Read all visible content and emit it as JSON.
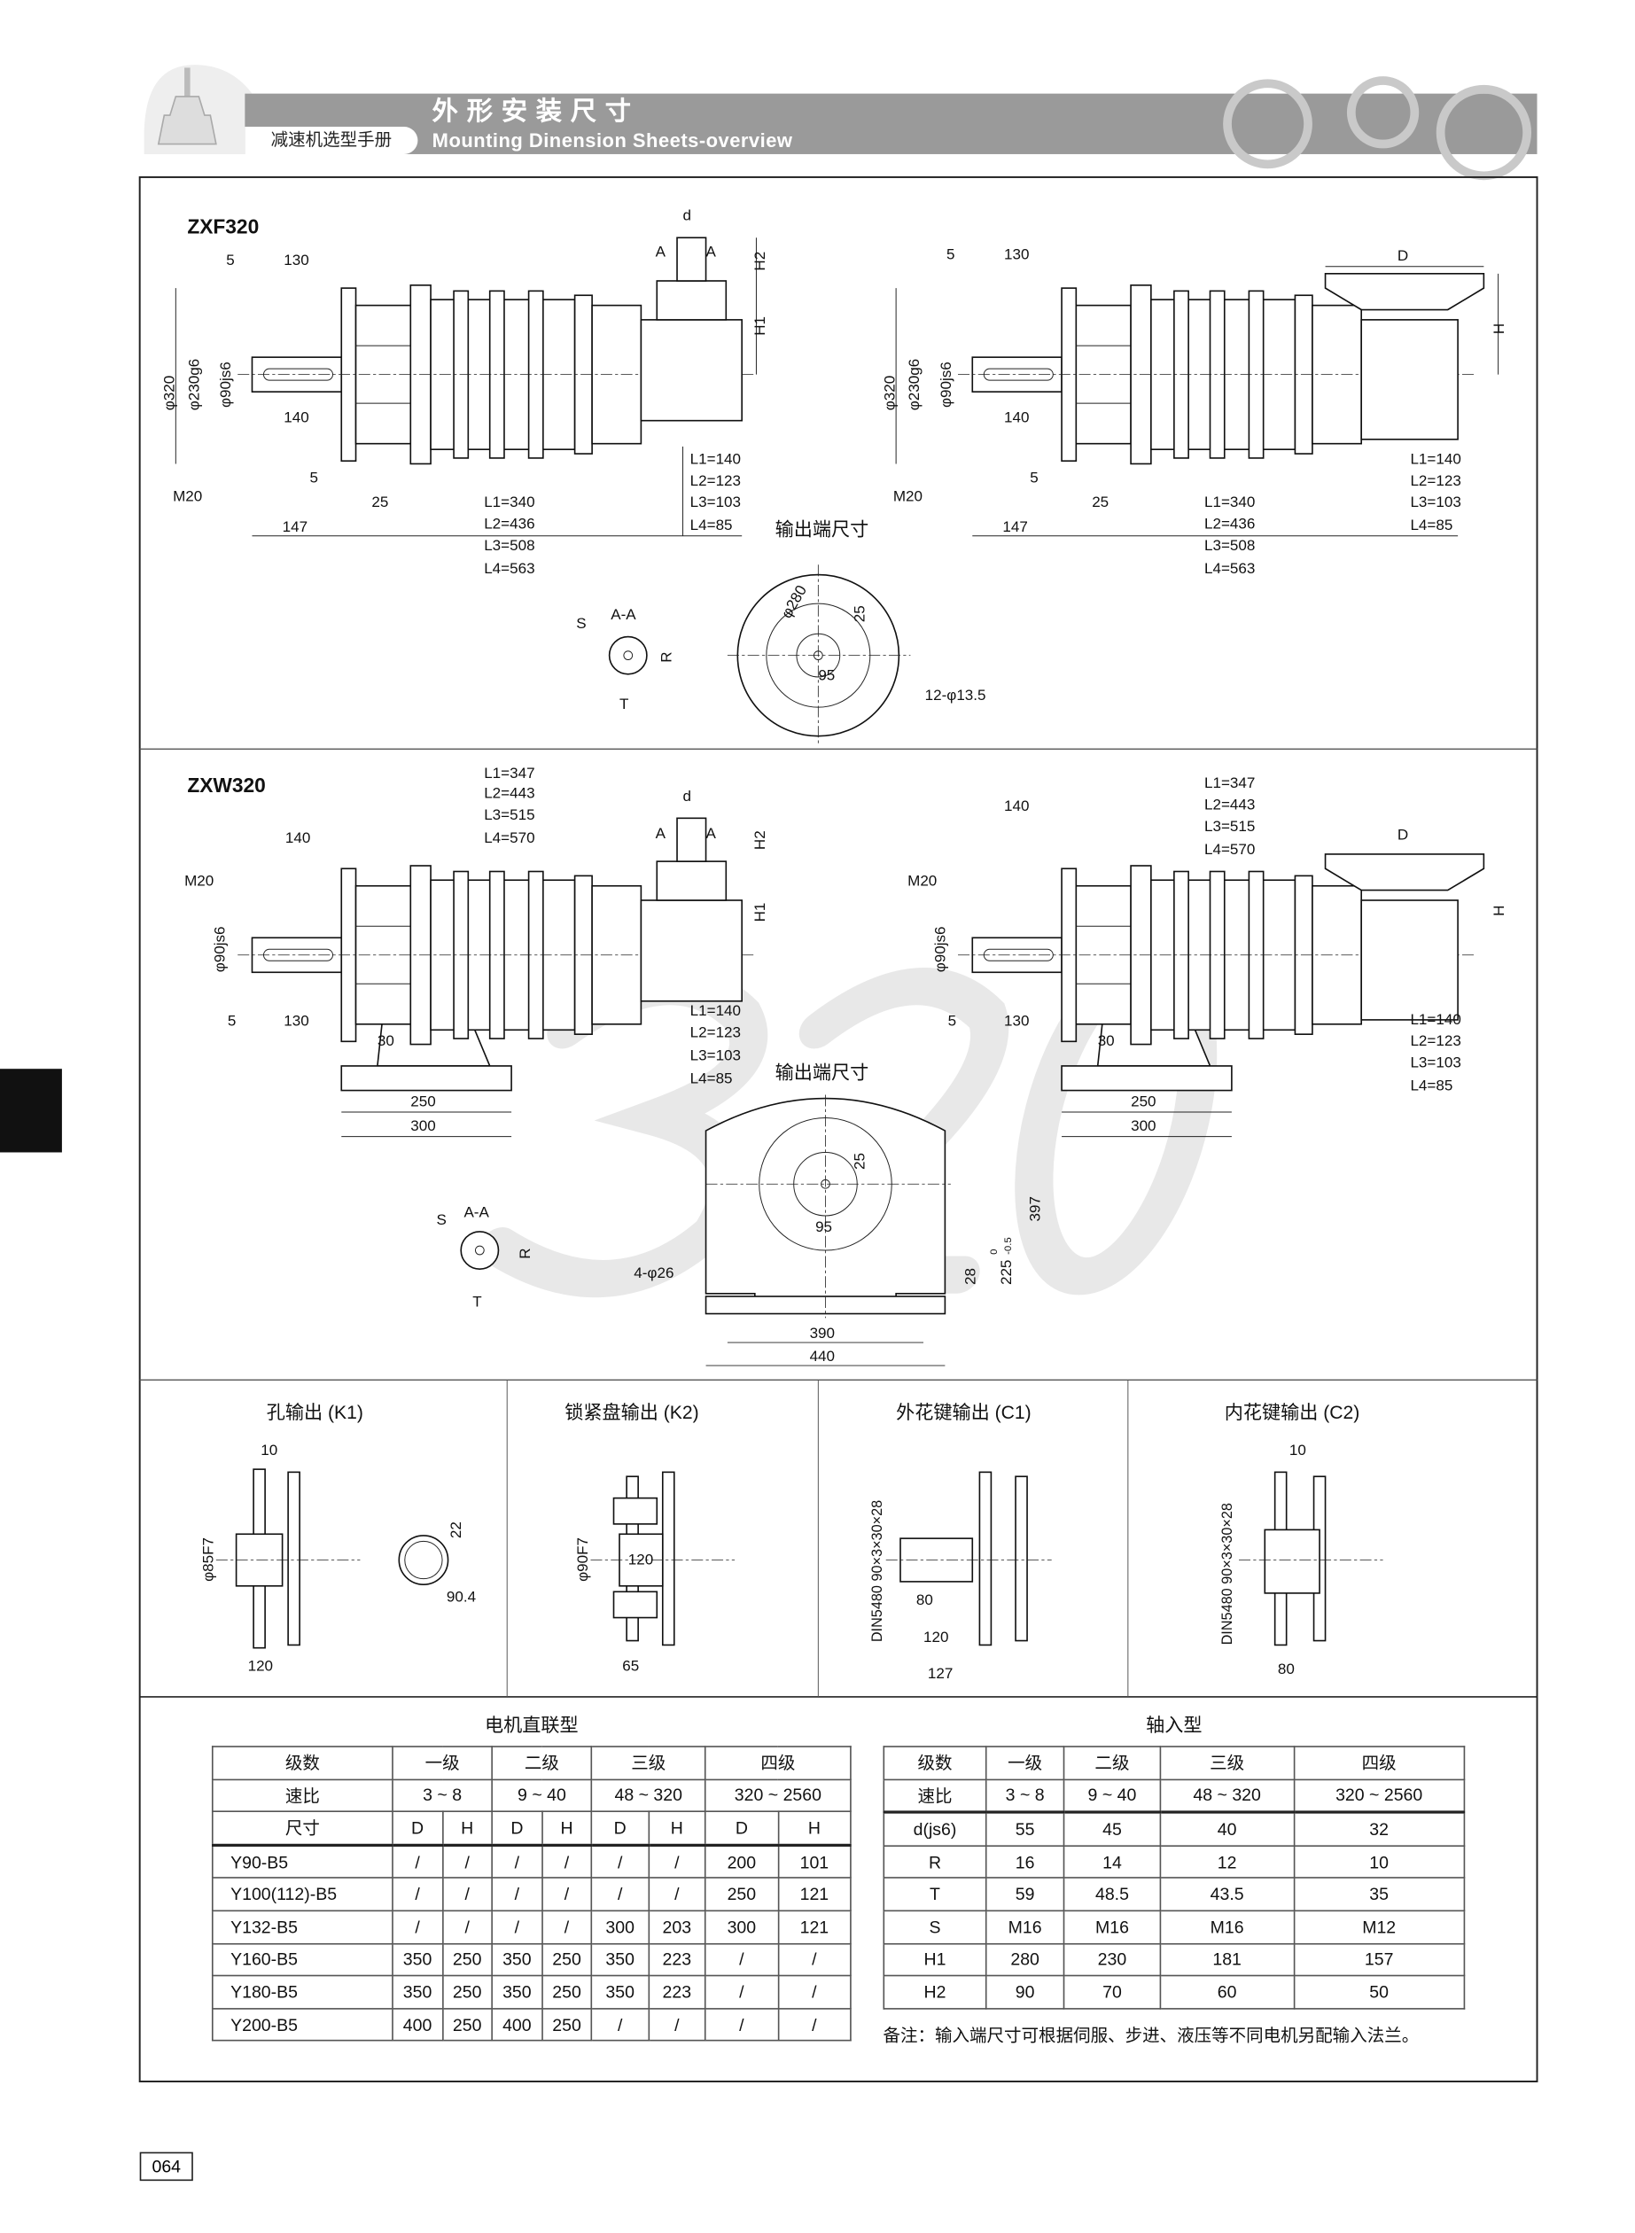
{
  "header": {
    "title_cn": "外形安装尺寸",
    "title_en": "Mounting Dinension Sheets-overview",
    "manual": "减速机选型手册"
  },
  "page_number": "064",
  "watermark": "320",
  "zxf": {
    "title": "ZXF320",
    "left": {
      "d": "d",
      "a1": "A",
      "a2": "A",
      "h2": "H2",
      "h1": "H1",
      "dim5": "5",
      "dim130": "130",
      "phi320": "φ320",
      "phi230": "φ230g6",
      "phi90": "φ90js6",
      "dim140": "140",
      "dim5b": "5",
      "m20": "M20",
      "dim25": "25",
      "dim147": "147",
      "l1": "L1=340",
      "l2": "L2=436",
      "l3": "L3=508",
      "l4": "L4=563",
      "r1": "L1=140",
      "r2": "L2=123",
      "r3": "L3=103",
      "r4": "L4=85"
    },
    "right": {
      "D": "D",
      "H": "H",
      "dim5": "5",
      "dim130": "130",
      "phi320": "φ320",
      "phi230": "φ230g6",
      "phi90": "φ90js6",
      "dim140": "140",
      "dim5b": "5",
      "m20": "M20",
      "dim25": "25",
      "dim147": "147",
      "l1": "L1=340",
      "l2": "L2=436",
      "l3": "L3=508",
      "l4": "L4=563",
      "r1": "L1=140",
      "r2": "L2=123",
      "r3": "L3=103",
      "r4": "L4=85"
    },
    "output": {
      "title": "输出端尺寸",
      "phi280": "φ280",
      "dim25": "25",
      "dim95": "95",
      "holes": "12-φ13.5"
    },
    "section": {
      "s": "S",
      "aa": "A-A",
      "r": "R",
      "t": "T"
    }
  },
  "zxw": {
    "title": "ZXW320",
    "left": {
      "l1": "L1=347",
      "l2": "L2=443",
      "l3": "L3=515",
      "l4": "L4=570",
      "d": "d",
      "a1": "A",
      "a2": "A",
      "h2": "H2",
      "h1": "H1",
      "dim140": "140",
      "m20": "M20",
      "phi90": "φ90js6",
      "dim5": "5",
      "dim130": "130",
      "dim30": "30",
      "dim250": "250",
      "dim300": "300",
      "r1": "L1=140",
      "r2": "L2=123",
      "r3": "L3=103",
      "r4": "L4=85"
    },
    "right": {
      "dim140": "140",
      "l1": "L1=347",
      "l2": "L2=443",
      "l3": "L3=515",
      "l4": "L4=570",
      "D": "D",
      "H": "H",
      "m20": "M20",
      "phi90": "φ90js6",
      "dim5": "5",
      "dim130": "130",
      "dim30": "30",
      "dim250": "250",
      "dim300": "300",
      "r1": "L1=140",
      "r2": "L2=123",
      "r3": "L3=103",
      "r4": "L4=85"
    },
    "output": {
      "title": "输出端尺寸",
      "dim25": "25",
      "dim95": "95",
      "dim397": "397",
      "dim225": "225",
      "tol_up": "0",
      "tol_low": "-0.5",
      "dim28": "28",
      "holes": "4-φ26",
      "dim390": "390",
      "dim440": "440"
    },
    "section": {
      "s": "S",
      "aa": "A-A",
      "r": "R",
      "t": "T"
    }
  },
  "variants": {
    "k1": {
      "title": "孔输出 (K1)",
      "d10": "10",
      "phi": "φ85F7",
      "d22": "22",
      "d904": "90.4",
      "d120": "120"
    },
    "k2": {
      "title": "锁紧盘输出 (K2)",
      "phi": "φ90F7",
      "d120": "120",
      "d65": "65"
    },
    "c1": {
      "title": "外花键输出 (C1)",
      "din": "DIN5480 90×3×30×28",
      "d80": "80",
      "d120": "120",
      "d127": "127"
    },
    "c2": {
      "title": "内花键输出 (C2)",
      "d10": "10",
      "din": "DIN5480 90×3×30×28",
      "d80": "80"
    }
  },
  "motor_table": {
    "title": "电机直联型",
    "row_stage": [
      "级数",
      "一级",
      "二级",
      "三级",
      "四级"
    ],
    "row_ratio": [
      "速比",
      "3 ~ 8",
      "9 ~ 40",
      "48 ~ 320",
      "320 ~ 2560"
    ],
    "row_size": [
      "尺寸",
      "D",
      "H",
      "D",
      "H",
      "D",
      "H",
      "D",
      "H"
    ],
    "rows": [
      [
        "Y90-B5",
        "/",
        "/",
        "/",
        "/",
        "/",
        "/",
        "200",
        "101"
      ],
      [
        "Y100(112)-B5",
        "/",
        "/",
        "/",
        "/",
        "/",
        "/",
        "250",
        "121"
      ],
      [
        "Y132-B5",
        "/",
        "/",
        "/",
        "/",
        "300",
        "203",
        "300",
        "121"
      ],
      [
        "Y160-B5",
        "350",
        "250",
        "350",
        "250",
        "350",
        "223",
        "/",
        "/"
      ],
      [
        "Y180-B5",
        "350",
        "250",
        "350",
        "250",
        "350",
        "223",
        "/",
        "/"
      ],
      [
        "Y200-B5",
        "400",
        "250",
        "400",
        "250",
        "/",
        "/",
        "/",
        "/"
      ]
    ]
  },
  "shaft_table": {
    "title": "轴入型",
    "row_stage": [
      "级数",
      "一级",
      "二级",
      "三级",
      "四级"
    ],
    "row_ratio": [
      "速比",
      "3 ~ 8",
      "9 ~ 40",
      "48 ~ 320",
      "320 ~ 2560"
    ],
    "rows": [
      [
        "d(js6)",
        "55",
        "45",
        "40",
        "32"
      ],
      [
        "R",
        "16",
        "14",
        "12",
        "10"
      ],
      [
        "T",
        "59",
        "48.5",
        "43.5",
        "35"
      ],
      [
        "S",
        "M16",
        "M16",
        "M16",
        "M12"
      ],
      [
        "H1",
        "280",
        "230",
        "181",
        "157"
      ],
      [
        "H2",
        "90",
        "70",
        "60",
        "50"
      ]
    ],
    "note": "备注：输入端尺寸可根据伺服、步进、液压等不同电机另配输入法兰。"
  }
}
